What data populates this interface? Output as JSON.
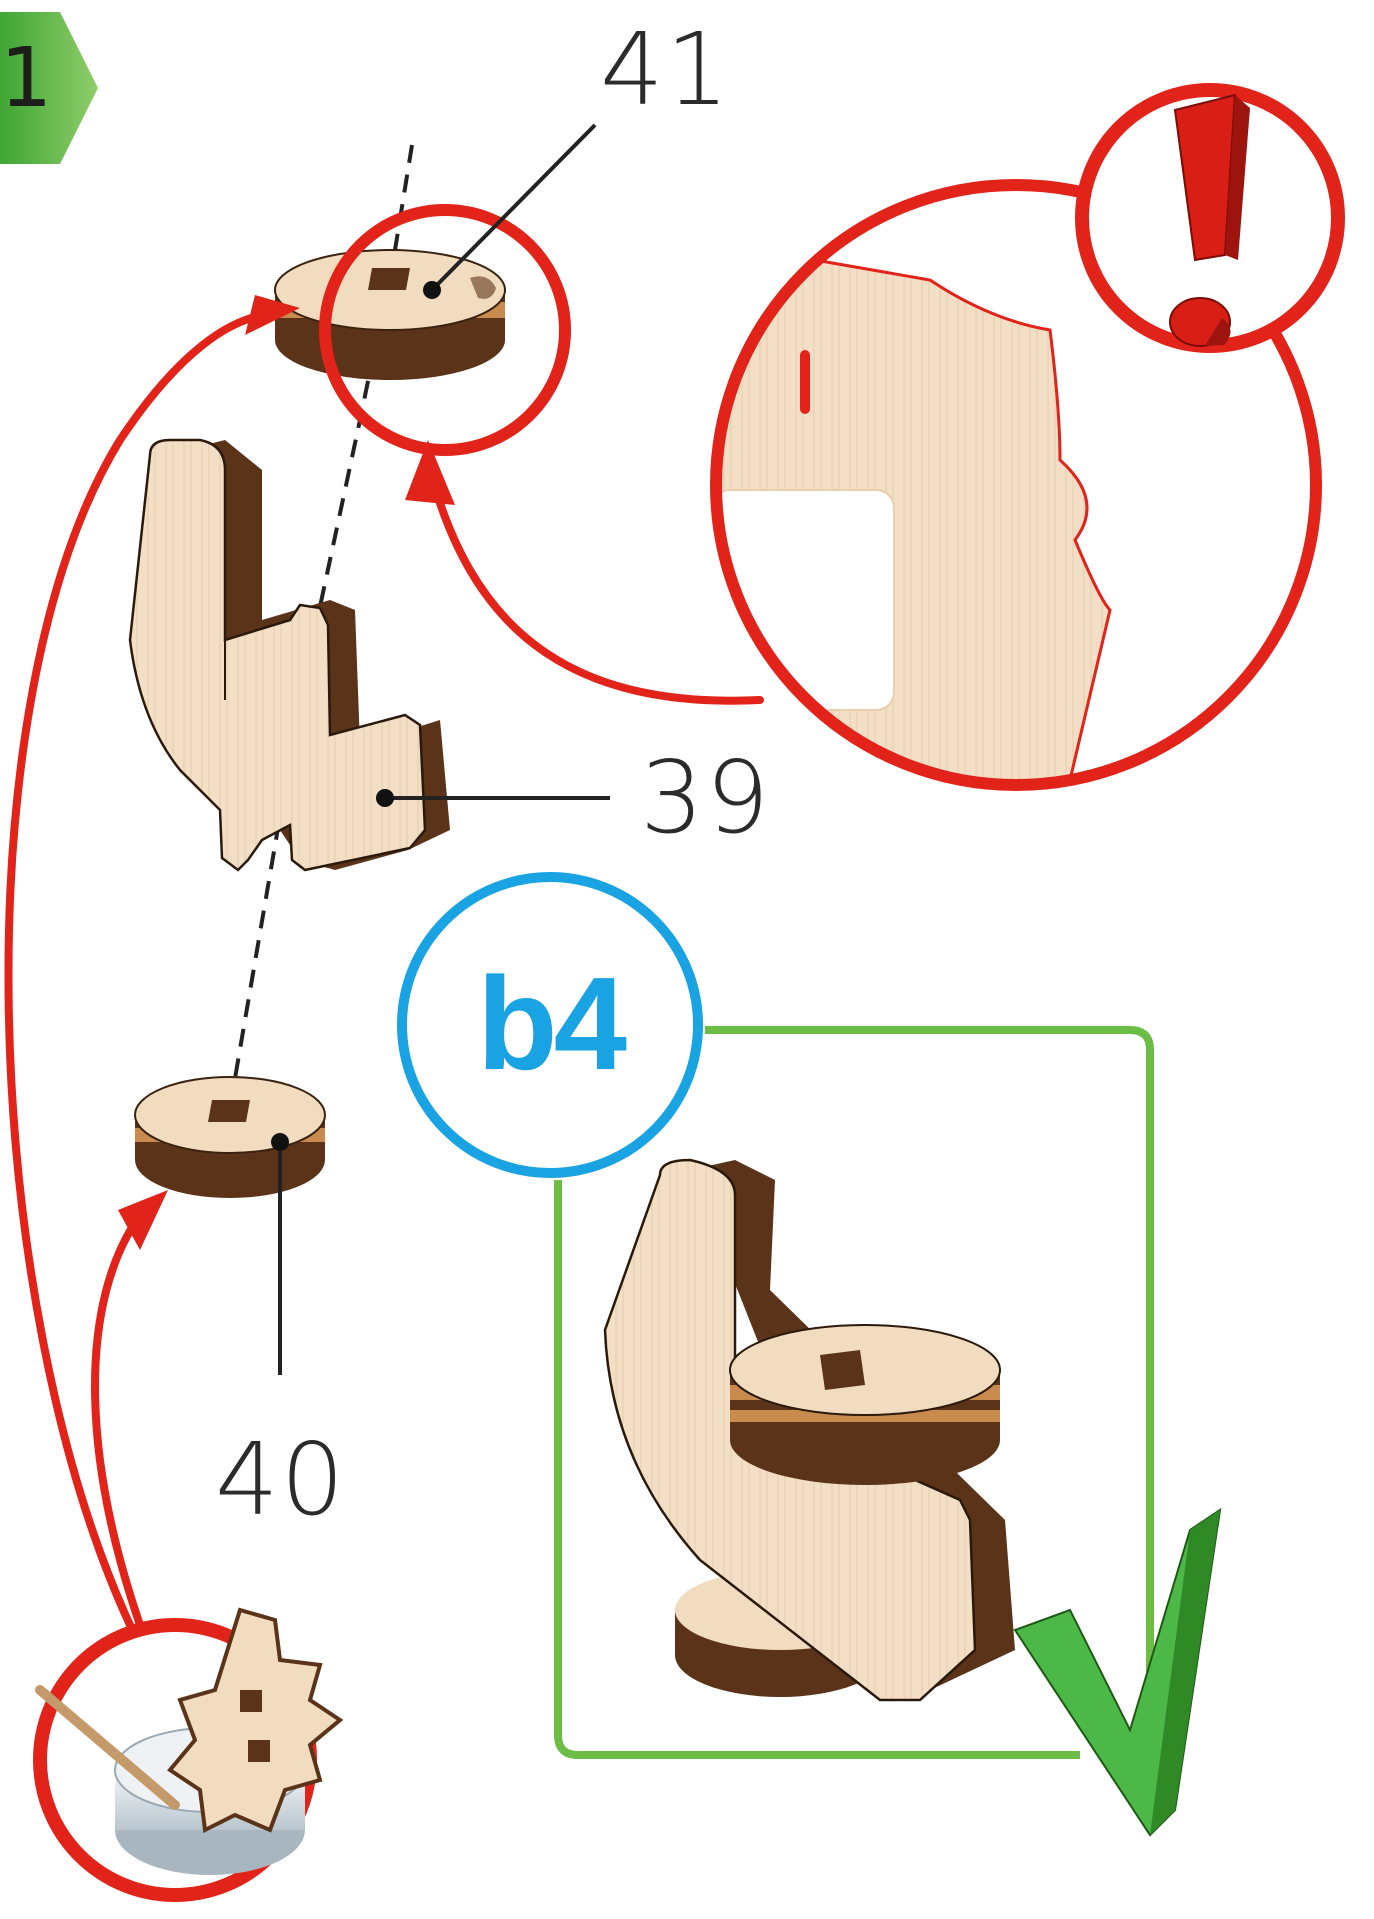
{
  "step": {
    "number": "1",
    "badge_color": "#5db845"
  },
  "labels": {
    "part_41": "41",
    "part_39": "39",
    "part_40": "40"
  },
  "substep": {
    "label": "b4",
    "color": "#1aa3e2",
    "frame_color": "#6cbd45"
  },
  "colors": {
    "arrow": "#e2231a",
    "wood_light": "#f2dcc0",
    "wood_dark": "#5b3318",
    "check": "#4cb848"
  },
  "icons": [
    "exclamation-icon",
    "checkmark-icon",
    "glue-pot-icon"
  ]
}
